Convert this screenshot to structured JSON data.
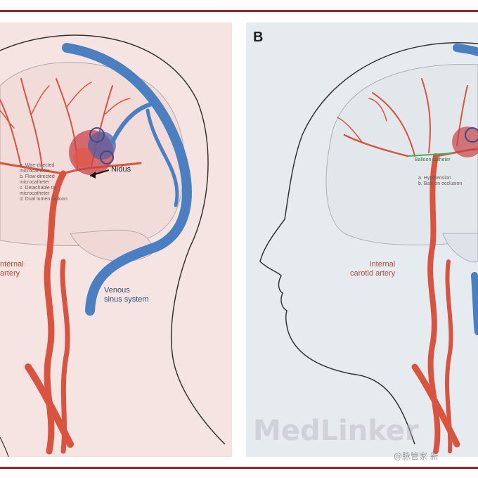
{
  "panel_a": {
    "techniques": "a. Wire-directed\nmicrocatheter\nb. Flow-directed\nmicrocatheter\nc. Detachable tip\nmicrocatheter\nd. Dual lumen balloon",
    "nidus": "Nidus",
    "internal_artery": "nternal\nartery",
    "venous": "Venous\nsinus system"
  },
  "panel_b": {
    "letter": "B",
    "balloon_catheter": "Balloon catheter",
    "options": "a. Hypotension\nb. Balloon occlusion",
    "internal_carotid": "Internal\ncarotid artery"
  },
  "watermark": {
    "main": "MedLinker",
    "sub": "@脉管家 新"
  },
  "colors": {
    "artery": "#d9533f",
    "vein": "#4a7fc1",
    "frame": "#8a2a33"
  }
}
